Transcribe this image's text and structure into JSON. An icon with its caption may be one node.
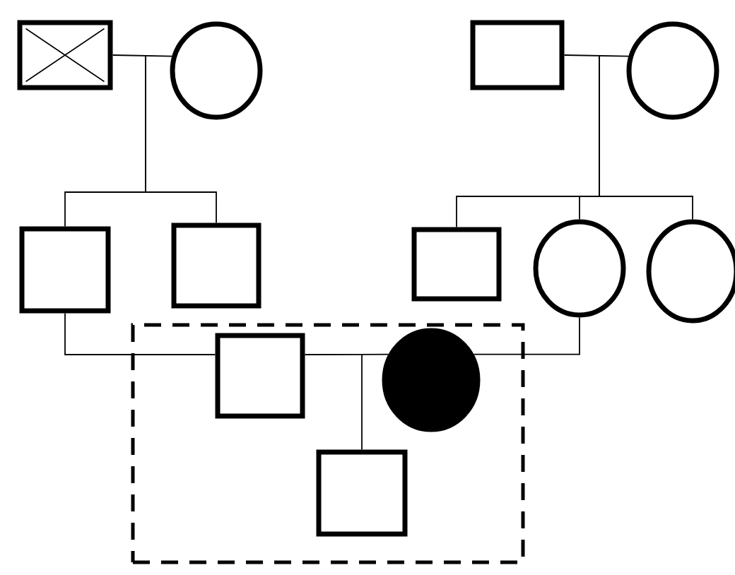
{
  "diagram": {
    "nodes": [
      {
        "text": [],
        "shape": "box"
      },
      {
        "text": [],
        "shape": "circle"
      },
      {
        "text": [],
        "shape": "box"
      },
      {
        "text": [],
        "shape": "circle"
      },
      {
        "text": [],
        "shape": "box"
      },
      {
        "text": [],
        "shape": "box"
      },
      {
        "text": [],
        "shape": "box"
      },
      {
        "text": [],
        "shape": "circle"
      },
      {
        "text": [],
        "shape": "circle"
      },
      {
        "text": [],
        "shape": "box"
      },
      {
        "text": [],
        "shape": "box",
        "in": 9
      },
      {
        "text": [],
        "shape": "circle",
        "in": 9
      },
      {
        "text": [],
        "shape": "box",
        "in": 9
      }
    ],
    "edges": [
      {
        "from": 0,
        "to": 1,
        "arrow": "none"
      },
      {
        "from": 2,
        "to": 3,
        "arrow": "none"
      },
      {
        "from": null,
        "to": 4,
        "arrow": "none"
      },
      {
        "from": null,
        "to": 5,
        "arrow": "none"
      },
      {
        "from": null,
        "to": 6,
        "arrow": "none"
      },
      {
        "from": null,
        "to": 7,
        "arrow": "none"
      },
      {
        "from": null,
        "to": 8,
        "arrow": "none"
      },
      {
        "from": 4,
        "to": 10,
        "arrow": "none"
      },
      {
        "from": 10,
        "to": 11,
        "arrow": "none"
      },
      {
        "from": 11,
        "to": 7,
        "arrow": "none"
      },
      {
        "from": null,
        "to": 12,
        "arrow": "none"
      }
    ]
  }
}
